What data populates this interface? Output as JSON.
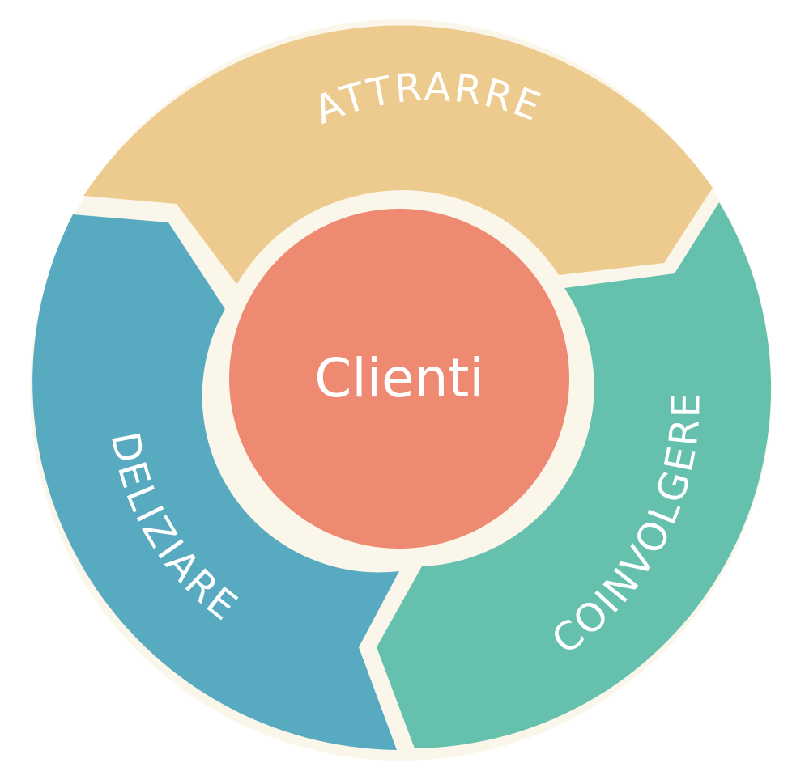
{
  "diagram": {
    "center": {
      "label": "Clienti",
      "color": "#EE8A72"
    },
    "segments": [
      {
        "id": "attrarre",
        "label": "ATTRARRE",
        "color": "#EDCB8F"
      },
      {
        "id": "coinvolgere",
        "label": "COINVOLGERE",
        "color": "#65C1AE"
      },
      {
        "id": "deliziare",
        "label": "DELIZIARE",
        "color": "#58AAC0"
      }
    ],
    "gap_color": "#FBF6EA"
  }
}
